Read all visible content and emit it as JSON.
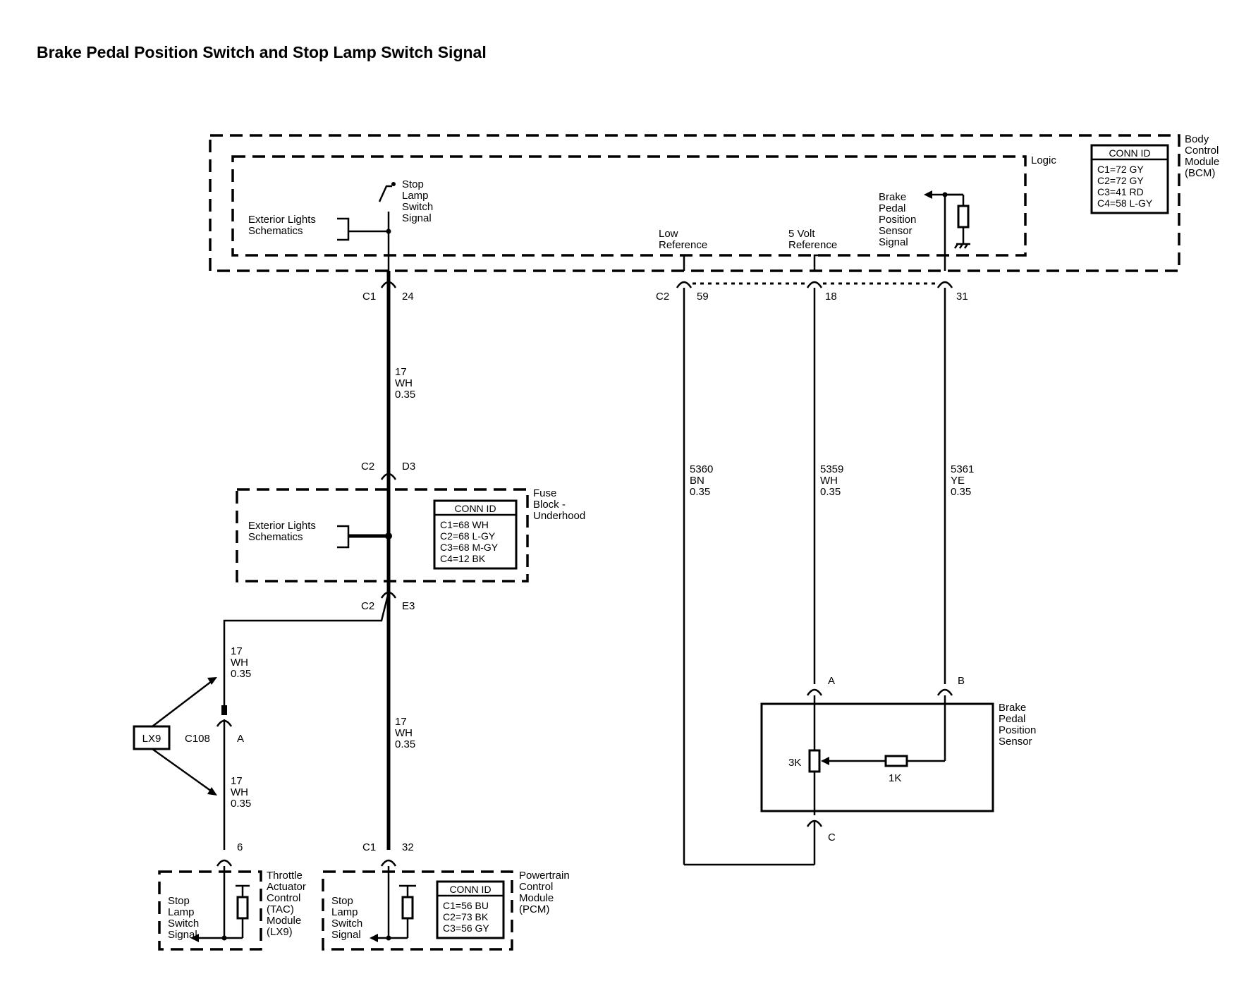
{
  "title": "Brake Pedal Position Switch and Stop Lamp Switch Signal",
  "bcm": {
    "name_lines": [
      "Body",
      "Control",
      "Module",
      "(BCM)"
    ],
    "logic_label": "Logic",
    "conn_id": {
      "header": "CONN ID",
      "rows": [
        "C1=72 GY",
        "C2=72 GY",
        "C3=41 RD",
        "C4=58 L-GY"
      ]
    },
    "ext_lights_lines": [
      "Exterior Lights",
      "Schematics"
    ],
    "stop_lamp_lines": [
      "Stop",
      "Lamp",
      "Switch",
      "Signal"
    ],
    "low_ref_lines": [
      "Low",
      "Reference"
    ],
    "five_volt_lines": [
      "5 Volt",
      "Reference"
    ],
    "bpp_signal_lines": [
      "Brake",
      "Pedal",
      "Position",
      "Sensor",
      "Signal"
    ]
  },
  "pins": {
    "c1_conn": "C1",
    "c1_pin": "24",
    "c2_conn": "C2",
    "c2_pin59": "59",
    "pin18": "18",
    "pin31": "31",
    "fb_top_conn": "C2",
    "fb_top_pin": "D3",
    "fb_bot_conn": "C2",
    "fb_bot_pin": "E3",
    "c108": "C108",
    "c108_pin": "A",
    "tac_pin": "6",
    "pcm_conn": "C1",
    "pcm_pin": "32",
    "sensor_a": "A",
    "sensor_b": "B",
    "sensor_c": "C"
  },
  "wires": {
    "w17_upper": [
      "17",
      "WH",
      "0.35"
    ],
    "w17_lower": [
      "17",
      "WH",
      "0.35"
    ],
    "w17_tac_top": [
      "17",
      "WH",
      "0.35"
    ],
    "w17_tac_bot": [
      "17",
      "WH",
      "0.35"
    ],
    "w5360": [
      "5360",
      "BN",
      "0.35"
    ],
    "w5359": [
      "5359",
      "WH",
      "0.35"
    ],
    "w5361": [
      "5361",
      "YE",
      "0.35"
    ]
  },
  "fuse_block": {
    "name_lines": [
      "Fuse",
      "Block -",
      "Underhood"
    ],
    "ext_lights_lines": [
      "Exterior Lights",
      "Schematics"
    ],
    "conn_id": {
      "header": "CONN ID",
      "rows": [
        "C1=68 WH",
        "C2=68 L-GY",
        "C3=68 M-GY",
        "C4=12 BK"
      ]
    }
  },
  "lx9": "LX9",
  "tac": {
    "name_lines": [
      "Throttle",
      "Actuator",
      "Control",
      "(TAC)",
      "Module",
      "(LX9)"
    ],
    "signal_lines": [
      "Stop",
      "Lamp",
      "Switch",
      "Signal"
    ]
  },
  "pcm": {
    "name_lines": [
      "Powertrain",
      "Control",
      "Module",
      "(PCM)"
    ],
    "signal_lines": [
      "Stop",
      "Lamp",
      "Switch",
      "Signal"
    ],
    "conn_id": {
      "header": "CONN ID",
      "rows": [
        "C1=56 BU",
        "C2=73 BK",
        "C3=56 GY"
      ]
    }
  },
  "sensor": {
    "name_lines": [
      "Brake",
      "Pedal",
      "Position",
      "Sensor"
    ],
    "r3k": "3K",
    "r1k": "1K"
  }
}
